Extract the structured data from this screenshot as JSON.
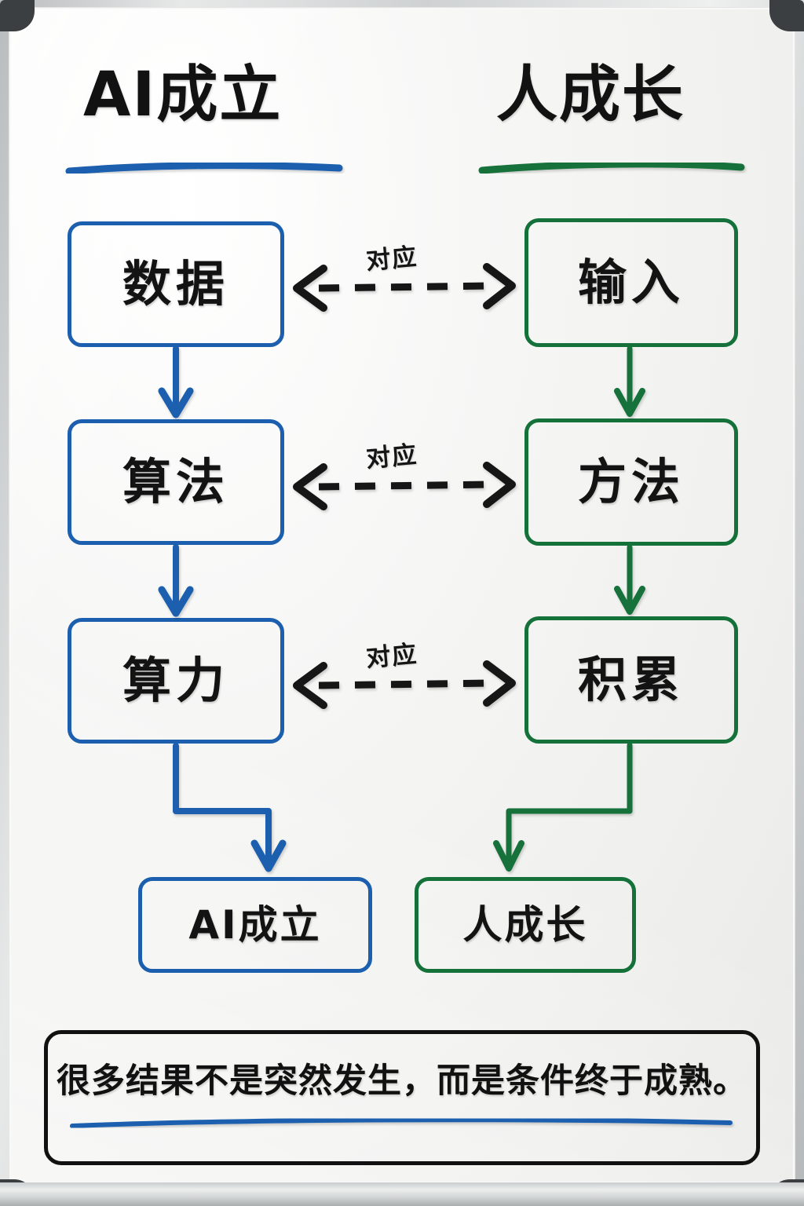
{
  "board": {
    "type": "whiteboard-photo",
    "surface_color": "#F2F2F0",
    "frame_color": "#C9CCCC"
  },
  "colors": {
    "blue": "#1B5FAE",
    "green": "#15713A",
    "ink_black": "#121212"
  },
  "headings": {
    "left": {
      "text": "AI成立",
      "underline_color": "#1B5FAE"
    },
    "right": {
      "text": "人成长",
      "underline_color": "#15713A"
    }
  },
  "columns": {
    "left": {
      "name": "AI成立",
      "color": "#1B5FAE",
      "nodes": [
        {
          "label": "数据"
        },
        {
          "label": "算法"
        },
        {
          "label": "算力"
        }
      ],
      "result": {
        "label": "AI成立"
      }
    },
    "right": {
      "name": "人成长",
      "color": "#15713A",
      "nodes": [
        {
          "label": "输入"
        },
        {
          "label": "方法"
        },
        {
          "label": "积累"
        }
      ],
      "result": {
        "label": "人成长"
      }
    }
  },
  "relations": [
    {
      "label": "对应",
      "from": "数据",
      "to": "输入",
      "style": "dashed-double-arrow"
    },
    {
      "label": "对应",
      "from": "算法",
      "to": "方法",
      "style": "dashed-double-arrow"
    },
    {
      "label": "对应",
      "from": "算力",
      "to": "积累",
      "style": "dashed-double-arrow"
    }
  ],
  "flows": {
    "left": [
      "数据",
      "算法",
      "算力",
      "AI成立"
    ],
    "right": [
      "输入",
      "方法",
      "积累",
      "人成长"
    ]
  },
  "footer": {
    "text": "很多结果不是突然发生，而是条件终于成熟。",
    "underline_color": "#1B5FAE",
    "border_color": "#111111"
  },
  "chart_data": {
    "type": "diagram",
    "title": "AI成立 / 人成长 对应关系图",
    "structure": "two parallel vertical flows with three paired correspondence rows converging to results",
    "categories": [
      "AI成立",
      "人成长"
    ],
    "rows": [
      {
        "left": "数据",
        "right": "输入",
        "relation": "对应"
      },
      {
        "left": "算法",
        "right": "方法",
        "relation": "对应"
      },
      {
        "left": "算力",
        "right": "积累",
        "relation": "对应"
      }
    ],
    "results": {
      "left": "AI成立",
      "right": "人成长"
    },
    "annotation": "很多结果不是突然发生，而是条件终于成熟。"
  }
}
